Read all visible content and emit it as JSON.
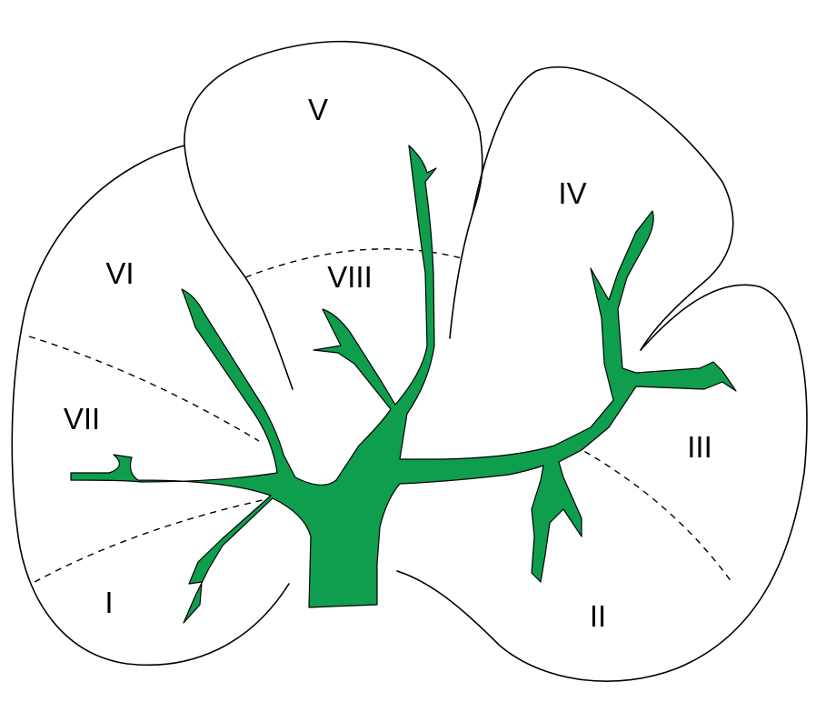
{
  "diagram": {
    "segments": [
      {
        "id": "I",
        "label": "I"
      },
      {
        "id": "II",
        "label": "II"
      },
      {
        "id": "III",
        "label": "III"
      },
      {
        "id": "IV",
        "label": "IV"
      },
      {
        "id": "V",
        "label": "V"
      },
      {
        "id": "VI",
        "label": "VI"
      },
      {
        "id": "VII",
        "label": "VII"
      },
      {
        "id": "VIII",
        "label": "VIII"
      }
    ],
    "colors": {
      "vessel": "#0f9d4e",
      "outline": "#000000",
      "background": "#ffffff"
    }
  }
}
